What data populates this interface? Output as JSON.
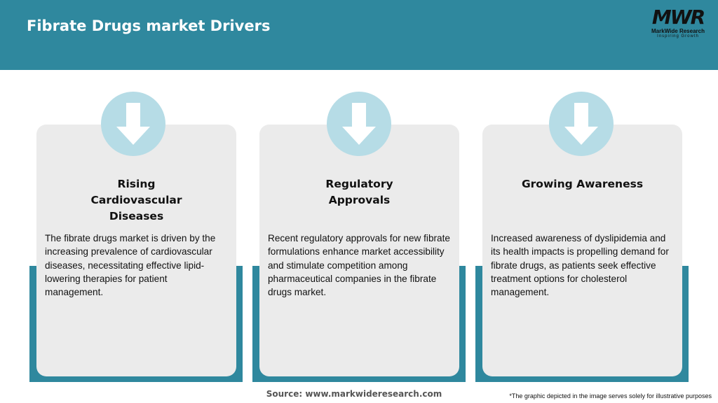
{
  "header": {
    "title": "Fibrate Drugs market Drivers",
    "logo": {
      "mark": "MWR",
      "name": "MarkWide Research",
      "tagline": "Inspiring Growth"
    }
  },
  "colors": {
    "header": "#2f889e",
    "card": "#ebebeb",
    "circle": "#b6dce6"
  },
  "cards": [
    {
      "icon": "arrow-down-icon",
      "title": "Rising Cardiovascular Diseases",
      "body": "The fibrate drugs market is driven by the increasing prevalence of cardiovascular diseases, necessitating effective lipid-lowering therapies for patient management."
    },
    {
      "icon": "arrow-down-icon",
      "title": "Regulatory Approvals",
      "body": "Recent regulatory approvals for new fibrate formulations enhance market accessibility and stimulate competition among pharmaceutical companies in the fibrate drugs market."
    },
    {
      "icon": "arrow-down-icon",
      "title": "Growing Awareness",
      "body": "Increased awareness of dyslipidemia and its health impacts is propelling demand for fibrate drugs, as patients seek effective treatment options for cholesterol management."
    }
  ],
  "footer": {
    "source": "Source: www.markwideresearch.com",
    "disclaimer": "*The graphic depicted in the image serves solely for illustrative purposes"
  }
}
